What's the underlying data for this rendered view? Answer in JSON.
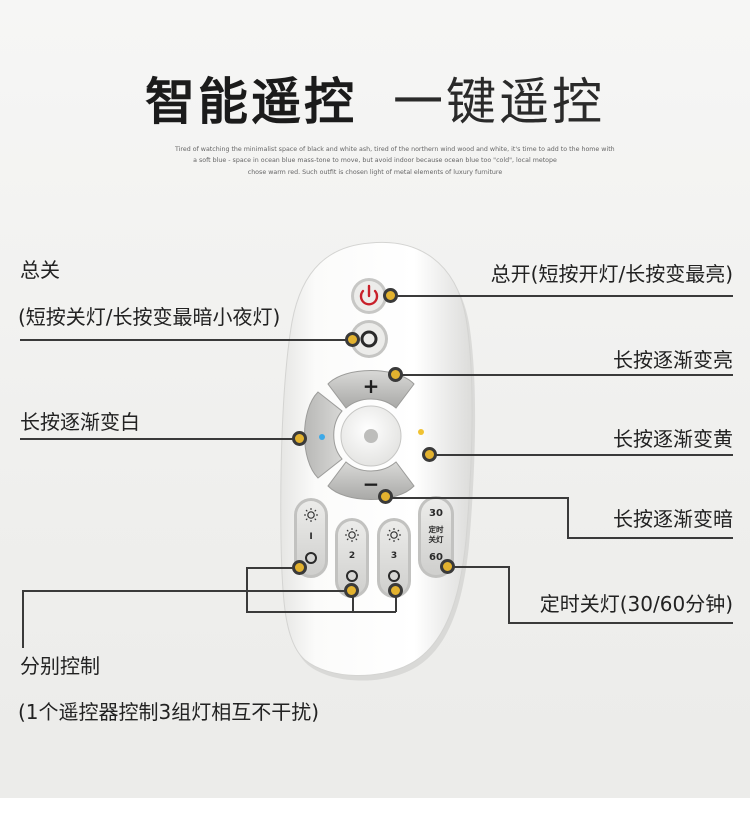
{
  "header": {
    "title_main": "智能遥控",
    "title_sub": "一键遥控",
    "description": [
      "Tired of watching the minimalist space of black and white ash, tired of the northern wind wood and white, it's time to add to the home with",
      "a soft blue - space in ocean blue mass-tone to move, but avoid indoor because ocean blue too \"cold\", local metope",
      "chose warm red. Such outfit is chosen light of metal elements of luxury furniture"
    ]
  },
  "remote": {
    "plus_symbol": "+",
    "minus_symbol": "−",
    "group_buttons": [
      {
        "number": "Ⅰ"
      },
      {
        "number": "2"
      },
      {
        "number": "3"
      }
    ],
    "timer_button": {
      "top": "30",
      "middle_1": "定时",
      "middle_2": "关灯",
      "bottom": "60"
    }
  },
  "annotations": {
    "power_off_line1": "总关",
    "power_off_line2": "(短按关灯/长按变最暗小夜灯)",
    "power_on": "总开(短按开灯/长按变最亮)",
    "brighten": "长按逐渐变亮",
    "whiten": "长按逐渐变白",
    "yellow": "长按逐渐变黄",
    "darken": "长按逐渐变暗",
    "timer": "定时关灯(30/60分钟)",
    "group_line1": "分别控制",
    "group_line2": "(1个遥控器控制3组灯相互不干扰)"
  },
  "colors": {
    "marker": "#e3b22f",
    "power_icon": "#c8202a",
    "white_indicator": "#3ca9e8",
    "yellow_indicator": "#f0c232"
  }
}
